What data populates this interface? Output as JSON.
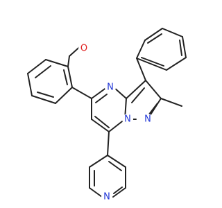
{
  "molecule": {
    "atoms": {
      "O": {
        "text": "O",
        "color": "#e02020"
      },
      "N1": {
        "text": "N",
        "color": "#1f35d6"
      },
      "N2": {
        "text": "N",
        "color": "#1f35d6"
      },
      "N3": {
        "text": "N",
        "color": "#1f35d6"
      },
      "N4": {
        "text": "N",
        "color": "#1f35d6"
      }
    },
    "bond_color": "#222222",
    "background": "#ffffff"
  }
}
